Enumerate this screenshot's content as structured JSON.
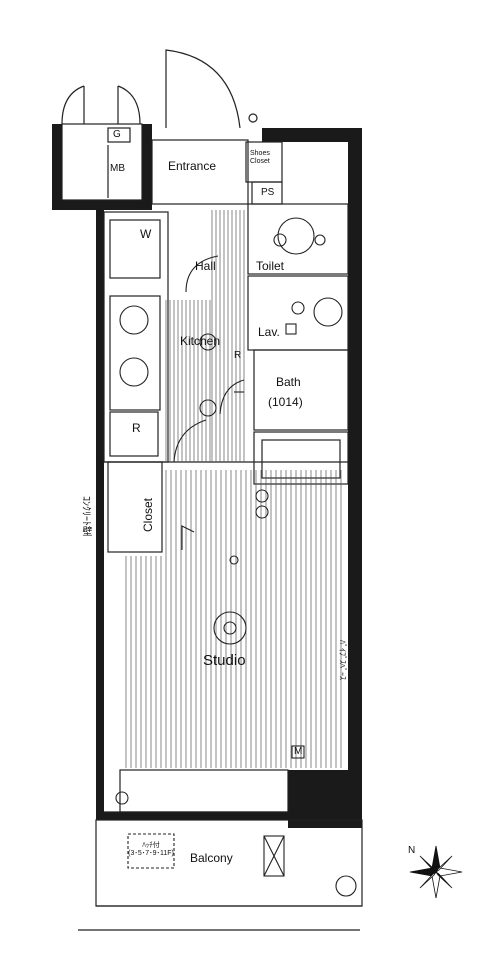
{
  "rooms": {
    "entrance": "Entrance",
    "shoes_closet_1": "Shoes",
    "shoes_closet_2": "Closet",
    "ps": "PS",
    "mb": "MB",
    "g": "G",
    "w": "W",
    "hall": "Hall",
    "toilet": "Toilet",
    "lav": "Lav.",
    "kitchen": "Kitchen",
    "r_kitchen": "R",
    "r_left": "R",
    "bath": "Bath",
    "bath_size": "(1014)",
    "closet": "Closet",
    "studio": "Studio",
    "m": "M",
    "balcony": "Balcony",
    "hatch_1": "ﾊｯﾁ付",
    "hatch_2": "(3･5･7･9･11F)",
    "left_wall_note": "ｺﾝｸﾘｰﾄ壁",
    "right_wall_note": "ﾊﾟｲﾌﾟｽﾍﾟｰｽ"
  },
  "compass": {
    "label": "N"
  },
  "colors": {
    "wall": "#1a1a1a",
    "line": "#222222",
    "floor_hatch": "#444444"
  }
}
